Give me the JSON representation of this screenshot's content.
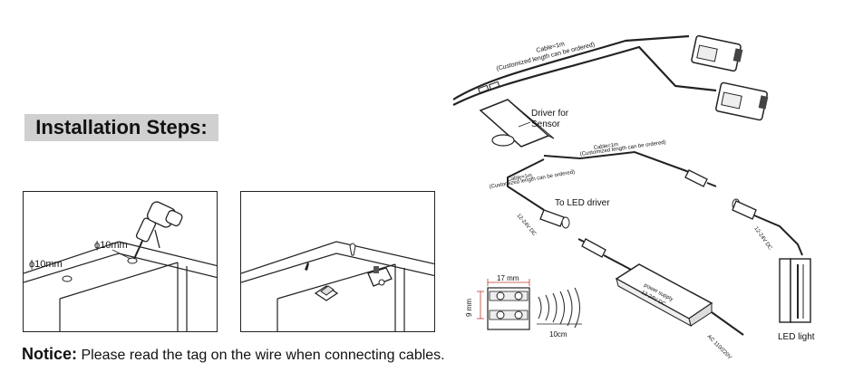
{
  "heading": "Installation Steps:",
  "step1": {
    "hole_label_left": "ϕ10mm",
    "hole_label_drill": "ϕ10mm"
  },
  "notice": {
    "title": "Notice:",
    "text": "Please read the tag on the wire when connecting cables."
  },
  "wiring": {
    "cable_top_line1": "Cable=1m",
    "cable_top_line2": "(Customized length can be ordered)",
    "cable_mid_line1": "Cable=1m",
    "cable_mid_line2": "(Customized length can be ordered)",
    "cable_left_line1": "Cable=1m",
    "cable_left_line2": "(Customized length can be ordered)",
    "driver_sensor_line1": "Driver for",
    "driver_sensor_line2": "Sensor",
    "to_led_driver": "To LED driver",
    "plug_voltage_left": "12-24V DC",
    "plug_voltage_right": "12-24V DC",
    "power_supply_line1": "power supply",
    "power_supply_line2": "12-24V DC",
    "ac_input": "AC 110/220V",
    "led_light": "LED light",
    "dim_width": "17 mm",
    "dim_height": "9 mm",
    "dim_distance": "10cm"
  },
  "colors": {
    "banner": "#d0d0d0",
    "accent_red": "#c0392b"
  }
}
